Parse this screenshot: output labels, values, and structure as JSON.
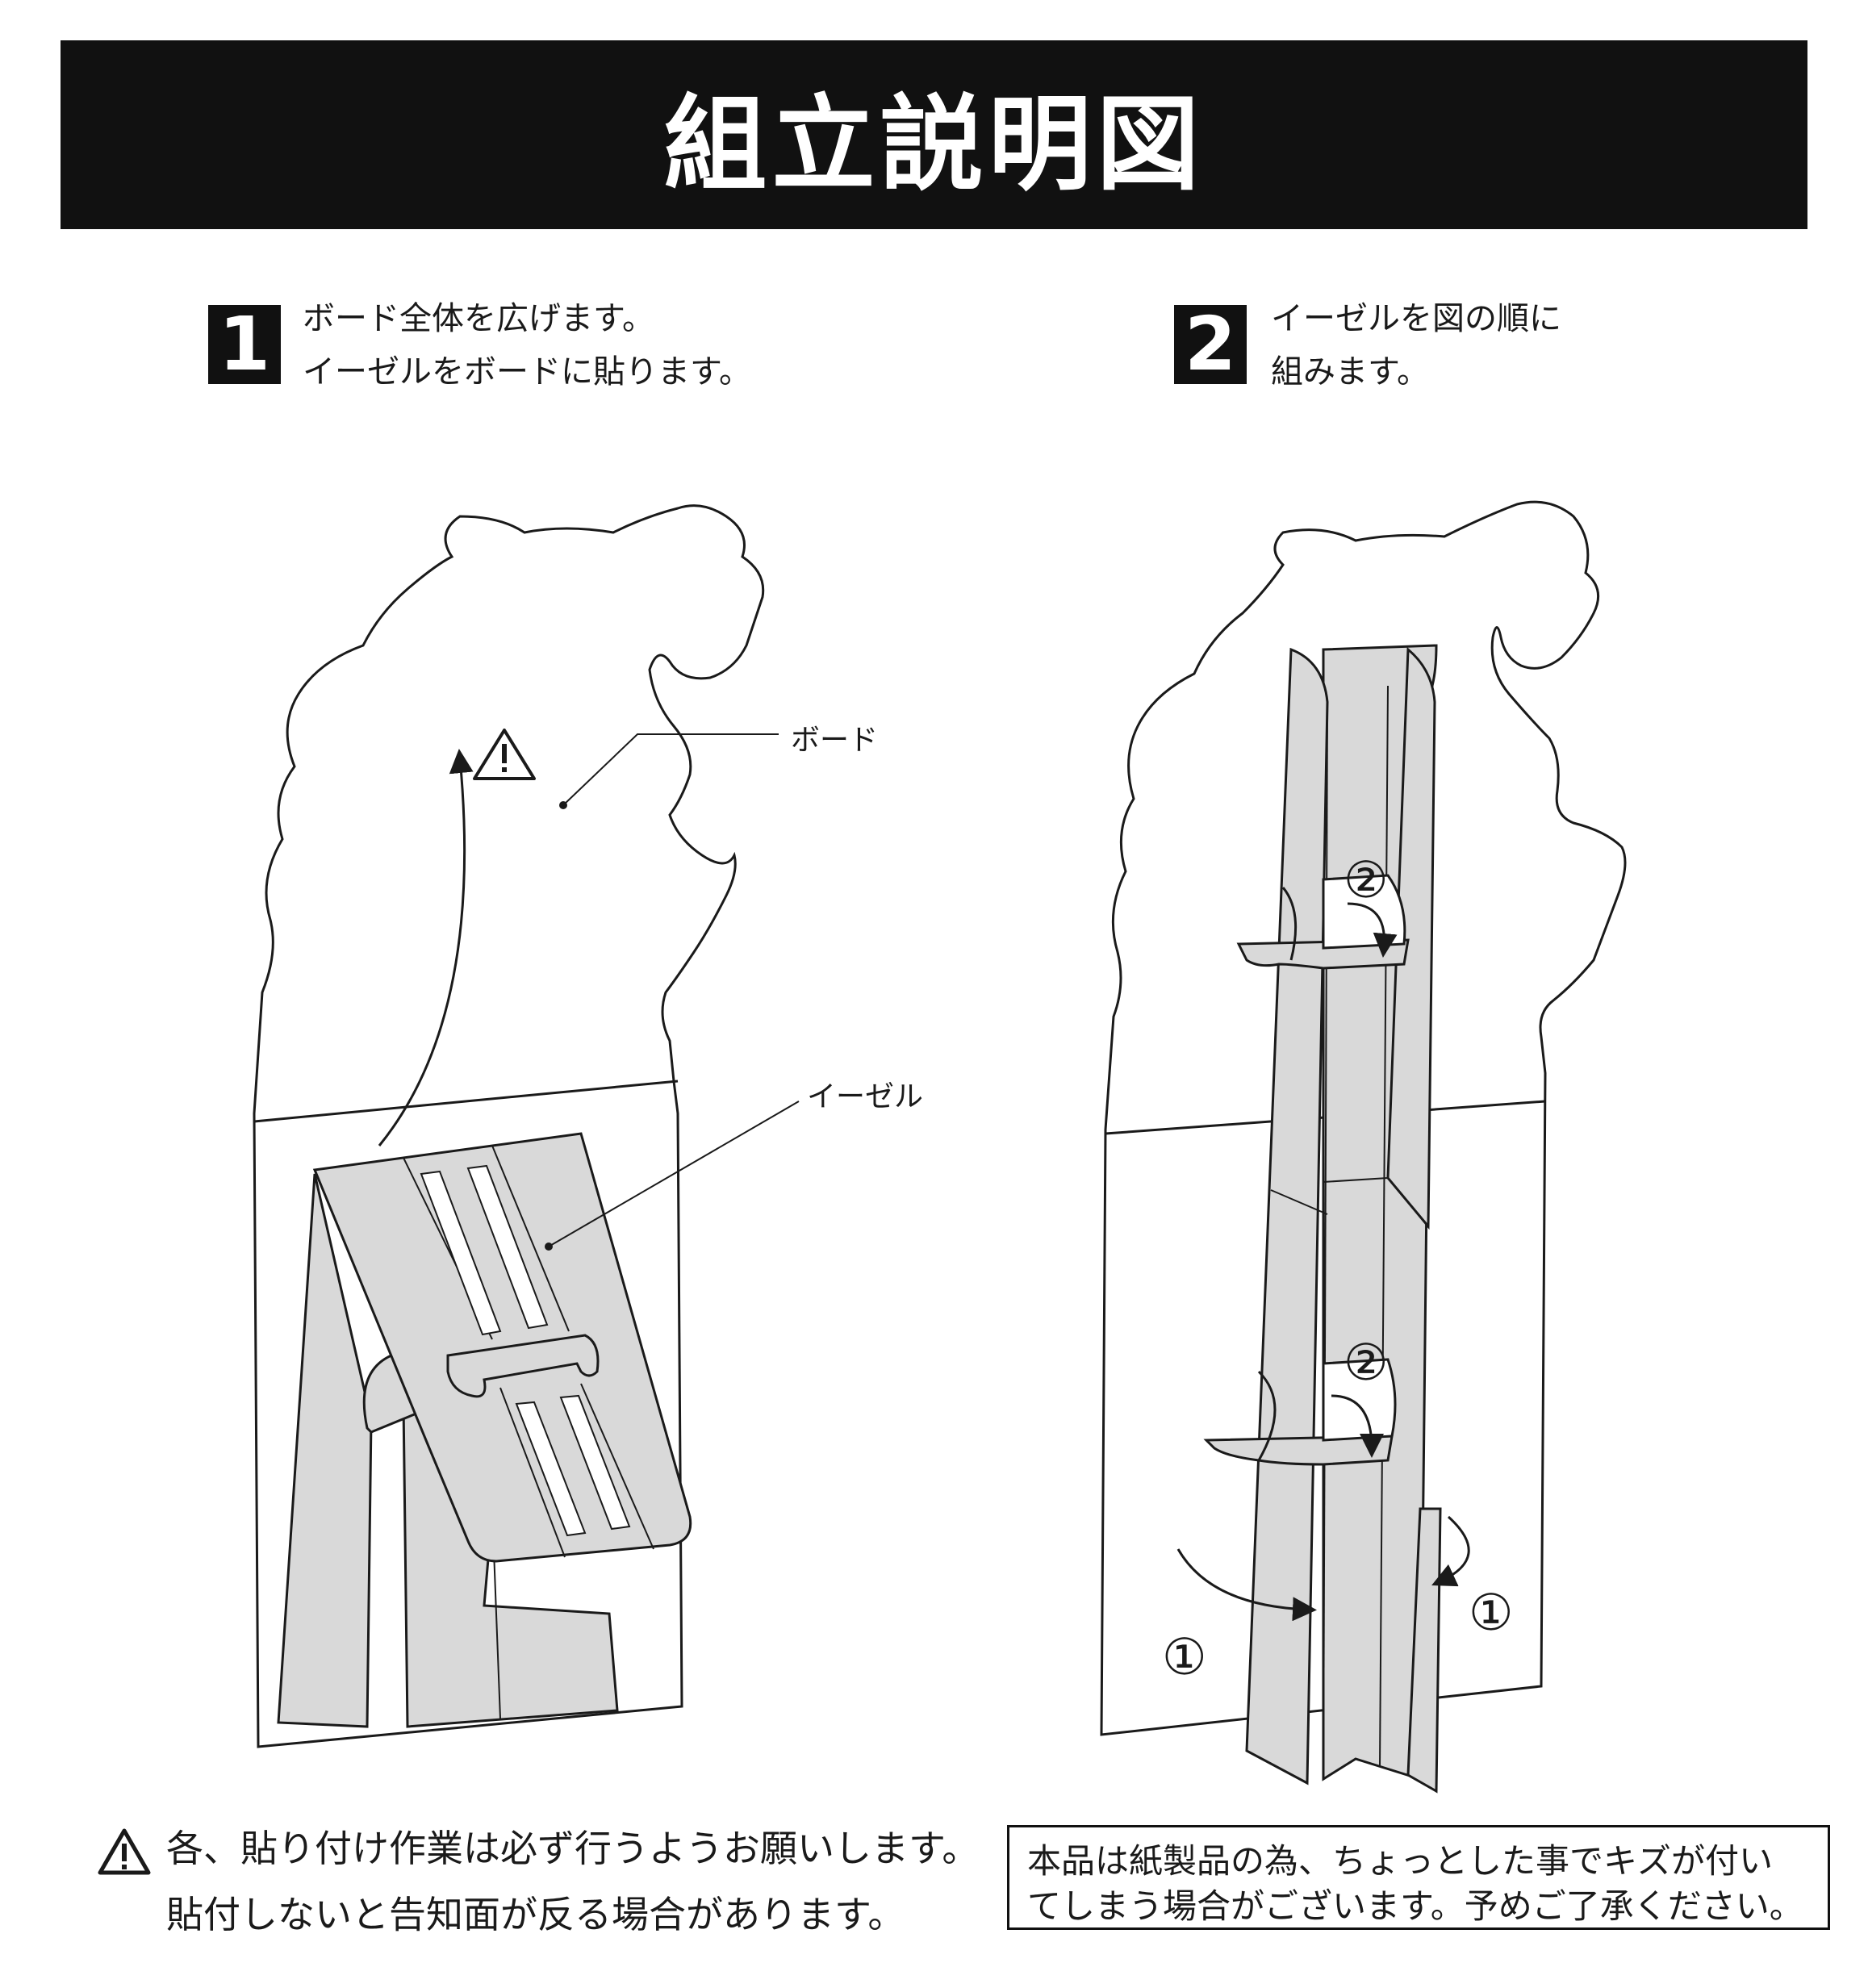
{
  "header": {
    "title": "組立説明図"
  },
  "steps": [
    {
      "number": "1",
      "lines": [
        "ボード全体を広げます。",
        "イーゼルをボードに貼ります。"
      ]
    },
    {
      "number": "2",
      "lines": [
        "イーゼルを図の順に",
        "組みます。"
      ]
    }
  ],
  "callouts": {
    "board": "ボード",
    "easel": "イーゼル"
  },
  "markers": {
    "one": "①",
    "two": "②"
  },
  "caution": {
    "lines": [
      "各、貼り付け作業は必ず行うようお願いします。",
      "貼付しないと告知面が反る場合があります。"
    ]
  },
  "notice": {
    "lines": [
      "本品は紙製品の為、ちょっとした事でキズが付い",
      "てしまう場合がございます。予めご了承ください。"
    ]
  },
  "colors": {
    "banner": "#111111",
    "panel": "#d9d9d9",
    "line": "#1a1a1a",
    "highlight": "#ffffff"
  }
}
